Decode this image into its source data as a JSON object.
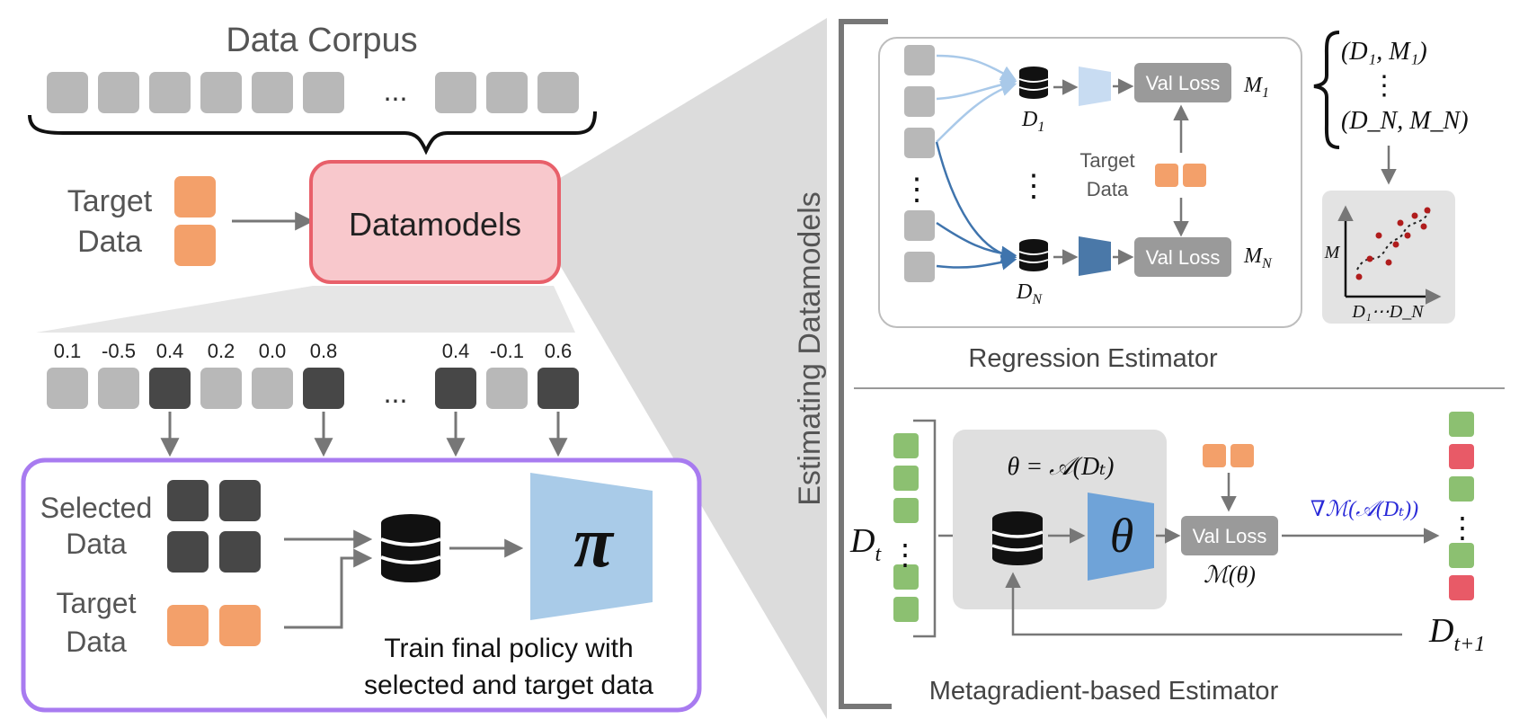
{
  "left": {
    "corpus_title": "Data Corpus",
    "corpus_ellipsis": "...",
    "target_label_line1": "Target",
    "target_label_line2": "Data",
    "datamodels_label": "Datamodels",
    "scores": [
      "0.1",
      "-0.5",
      "0.4",
      "0.2",
      "0.0",
      "0.8",
      "0.4",
      "-0.1",
      "0.6"
    ],
    "scores_ellipsis": "...",
    "selected_label_line1": "Selected",
    "selected_label_line2": "Data",
    "target2_label_line1": "Target",
    "target2_label_line2": "Data",
    "policy_symbol": "π",
    "caption_line1": "Train final policy with",
    "caption_line2": "selected and target data"
  },
  "right": {
    "vertical_title": "Estimating Datamodels",
    "regression": {
      "d1_main": "D",
      "d1_sub": "1",
      "dn_main": "D",
      "dn_sub": "N",
      "val_loss_1": "Val Loss",
      "val_loss_n": "Val Loss",
      "m1_main": "M",
      "m1_sub": "1",
      "mn_main": "M",
      "mn_sub": "N",
      "target_line1": "Target",
      "target_line2": "Data",
      "ellipsis_v": "⋮",
      "pair_1": "(D₁, M₁)",
      "pair_n": "(D_N, M_N)",
      "pairs_ellipsis": "⋮",
      "plot_ylabel": "M",
      "plot_xlabel": "D₁⋯D_N",
      "caption": "Regression Estimator"
    },
    "metagradient": {
      "dt_main": "D",
      "dt_sub": "t",
      "theta_eq": "θ = 𝒜(Dₜ)",
      "theta_symbol": "θ",
      "val_loss": "Val Loss",
      "m_theta": "ℳ(θ)",
      "gradient_label": "∇ℳ(𝒜(Dₜ))",
      "dt1_main": "D",
      "dt1_sub": "t+1",
      "caption": "Metagradient-based Estimator"
    }
  },
  "colors": {
    "gray_light": "#b8b8b8",
    "gray_dark": "#474747",
    "orange": "#f3a06a",
    "green": "#8cc071",
    "red": "#e85a67",
    "pink_fill": "#f8c8cc",
    "pink_stroke": "#e8606a",
    "purple": "#a87bf0",
    "pi_blue": "#a9cbe8",
    "light_blue": "#c8dcf2",
    "dark_blue": "#4a78a8",
    "theta_blue": "#6fa3d8",
    "gradient_text": "#2a2ad8"
  }
}
